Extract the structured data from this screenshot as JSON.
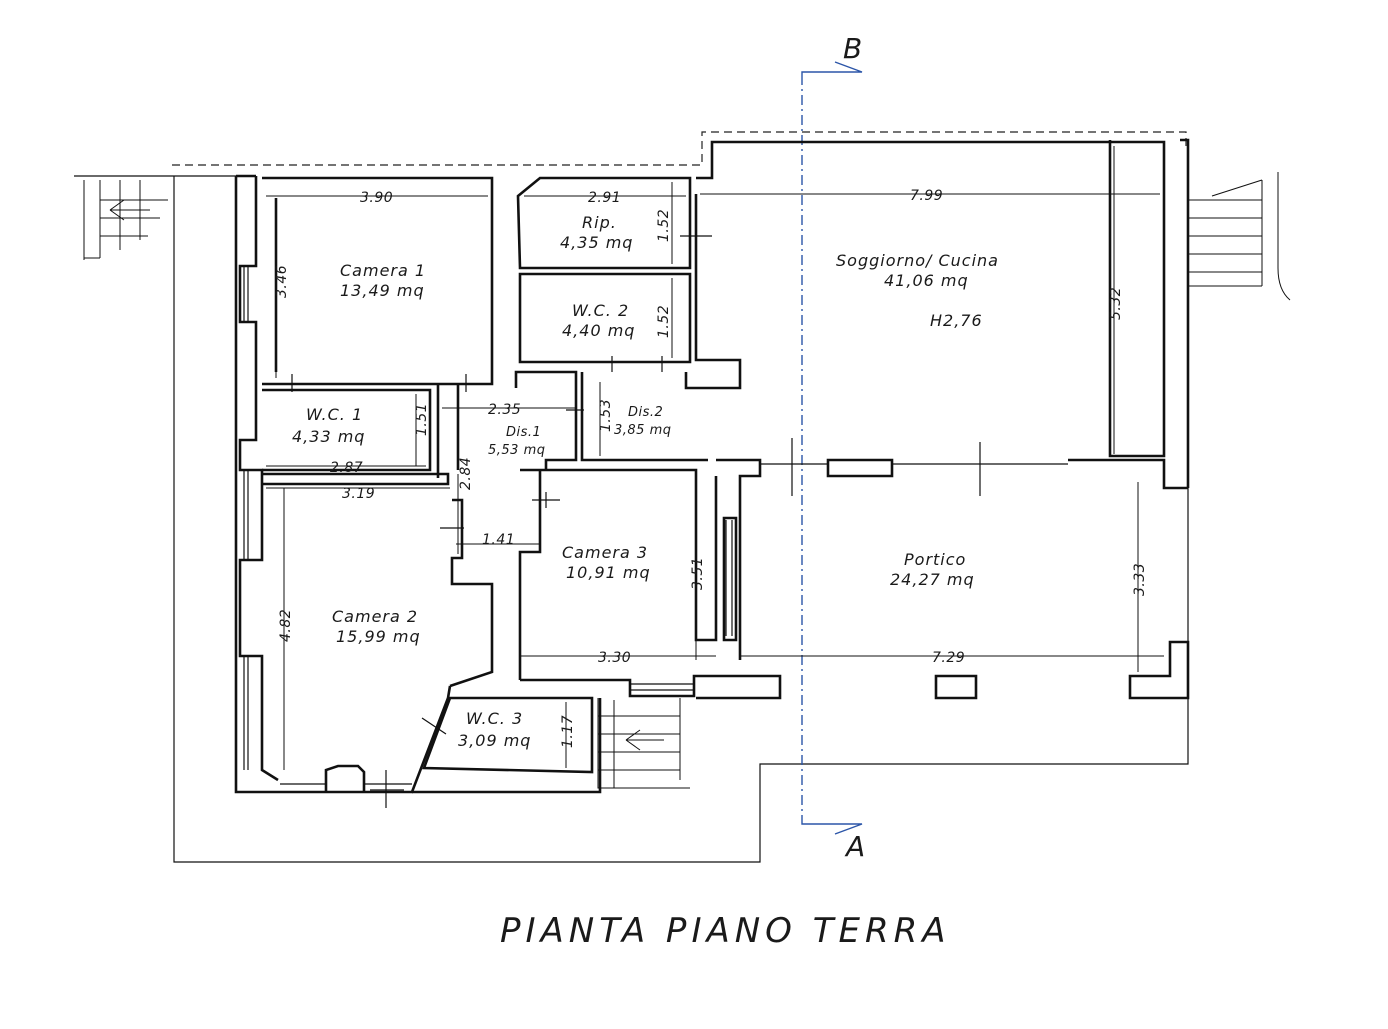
{
  "title": "PIANTA PIANO TERRA",
  "section_labels": {
    "top": "B",
    "bottom": "A"
  },
  "rooms": {
    "camera1": {
      "name": "Camera 1",
      "area": "13,49 mq"
    },
    "rip": {
      "name": "Rip.",
      "area": "4,35 mq"
    },
    "wc2": {
      "name": "W.C. 2",
      "area": "4,40 mq"
    },
    "soggiorno": {
      "name": "Soggiorno/ Cucina",
      "area": "41,06 mq",
      "height": "H2,76"
    },
    "wc1": {
      "name": "W.C. 1",
      "area": "4,33 mq"
    },
    "dis1": {
      "name": "Dis.1",
      "area": "5,53 mq"
    },
    "dis2": {
      "name": "Dis.2",
      "area": "3,85 mq"
    },
    "camera2": {
      "name": "Camera 2",
      "area": "15,99 mq"
    },
    "camera3": {
      "name": "Camera 3",
      "area": "10,91 mq"
    },
    "portico": {
      "name": "Portico",
      "area": "24,27 mq"
    },
    "wc3": {
      "name": "W.C. 3",
      "area": "3,09 mq"
    }
  },
  "dimensions": {
    "cam1_w": "3.90",
    "cam1_h": "3.46",
    "rip_w": "2.91",
    "rip_h": "1.52",
    "wc2_h": "1.52",
    "sog_w": "7.99",
    "sog_h": "5.32",
    "dis1_w": "2.35",
    "dis2_h": "1.53",
    "wc1_h": "1.51",
    "wc1_w": "2.87",
    "dis1_h": "2.84",
    "cam2_w": "3.19",
    "dis1_gap": "1.41",
    "cam2_h": "4.82",
    "cam3_h": "3.51",
    "cam3_w": "3.30",
    "portico_w": "7.29",
    "portico_h": "3.33",
    "wc3_h": "1.17"
  }
}
